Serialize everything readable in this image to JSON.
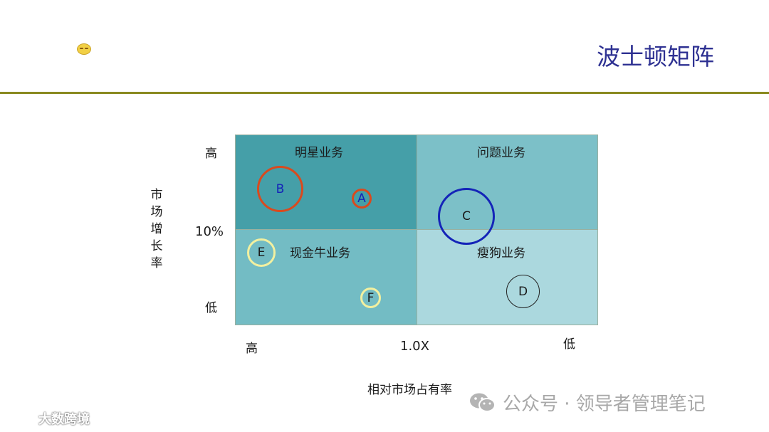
{
  "header": {
    "title": "波士顿矩阵"
  },
  "matrix": {
    "quadrants": {
      "top_left": "明星业务",
      "top_right": "问题业务",
      "bottom_left": "现金牛业务",
      "bottom_right": "瘦狗业务"
    },
    "bubbles": {
      "A": "A",
      "B": "B",
      "C": "C",
      "D": "D",
      "E": "E",
      "F": "F"
    },
    "y_axis": {
      "label": "市场增长率",
      "high": "高",
      "low": "低",
      "mid": "10%"
    },
    "x_axis": {
      "label": "相对市场占有率",
      "high": "高",
      "low": "低",
      "mid": "1.0X"
    }
  },
  "watermarks": {
    "right": "公众号 · 领导者管理笔记",
    "left": "大数跨境"
  },
  "colors": {
    "title": "#2e3192",
    "rule": "#8a8a20",
    "star_quadrant": "#459fa8",
    "question_quadrant": "#7cc0c8",
    "cashcow_quadrant": "#73bcc4",
    "dog_quadrant": "#abd8de",
    "bubble_red": "#d94a1e",
    "bubble_blue": "#1424b8",
    "bubble_yellow": "#f2f0a0"
  },
  "icons": {
    "header_icon": "smiley-emoji-icon",
    "wechat_icon": "wechat-icon",
    "watermark_logo": "logo-icon"
  }
}
